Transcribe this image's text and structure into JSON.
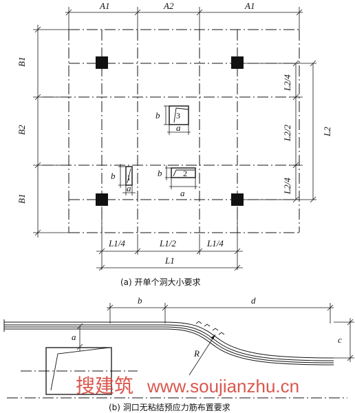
{
  "plan": {
    "top_dims": [
      "A1",
      "A2",
      "A1"
    ],
    "left_dims": [
      "B1",
      "B2",
      "B1"
    ],
    "right_dims_inner": [
      "L2/4",
      "L2/2",
      "L2/4"
    ],
    "right_dim_outer": "L2",
    "bottom_dims": [
      "L1/4",
      "L1/2",
      "L1/4"
    ],
    "bottom_dim_total": "L1",
    "openings": [
      {
        "label": "1",
        "w": "a",
        "h": "b"
      },
      {
        "label": "2",
        "w": "a",
        "h": "b"
      },
      {
        "label": "3",
        "w": "a",
        "h": "b"
      }
    ],
    "caption": "(a) 开单个洞大小要求"
  },
  "section": {
    "dims": {
      "b": "b",
      "d": "d",
      "a": "a",
      "c": "c",
      "R": "R"
    },
    "caption": "(b) 洞口无粘结预应力筋布置要求"
  },
  "watermark": {
    "chinese": "搜建筑",
    "url": "www.soujianzhu.cn"
  },
  "colors": {
    "ink": "#111111",
    "watermark": "#d23a2e"
  }
}
